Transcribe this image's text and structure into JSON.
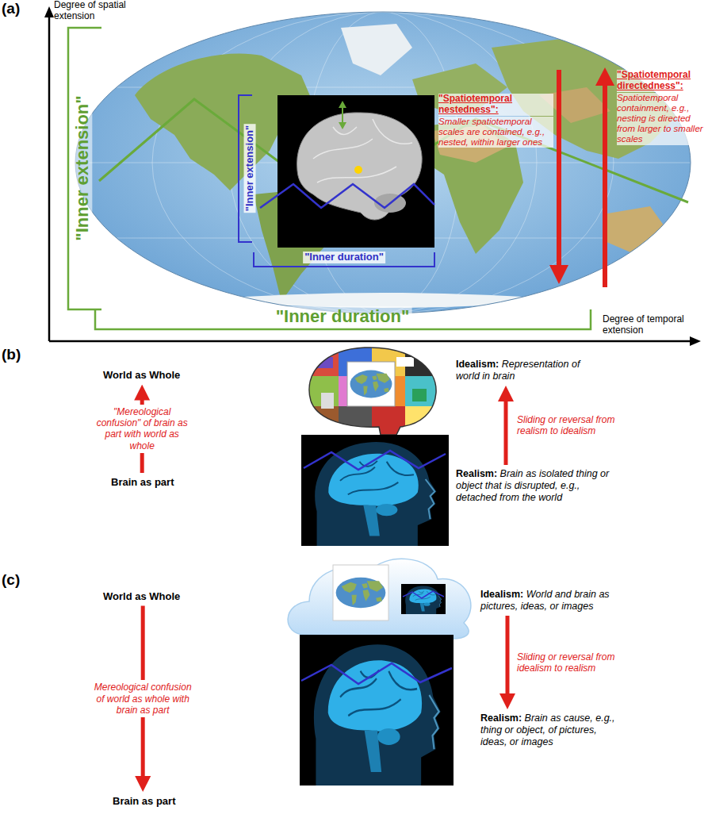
{
  "diagram": {
    "nodes": [
      {
        "text": [
          "World as Whole"
        ]
      },
      {
        "text": [
          "Brain as part"
        ]
      },
      {
        "text": [
          "Idealism:",
          "Representation of world in brain"
        ]
      },
      {
        "text": [
          "Realism:",
          "Brain as isolated thing or object that is disrupted, e.g., detached from the world"
        ]
      },
      {
        "text": [
          "World as Whole"
        ]
      },
      {
        "text": [
          "Brain as part"
        ]
      },
      {
        "text": [
          "Idealism:",
          "World and brain as pictures, ideas, or images"
        ]
      },
      {
        "text": [
          "Realism:",
          "Brain as cause, e.g., thing or object, of pictures, ideas, or images"
        ]
      }
    ],
    "edges": [
      {
        "from": 1,
        "to": 0,
        "arrow": "to",
        "label": "\"Mereological confusion\" of brain as part with world as whole"
      },
      {
        "from": 3,
        "to": 2,
        "arrow": "to",
        "label": "Sliding or reversal from realism to idealism"
      },
      {
        "from": 4,
        "to": 5,
        "arrow": "to",
        "label": "Mereological confusion of world as whole with brain as part"
      },
      {
        "from": 6,
        "to": 7,
        "arrow": "to",
        "label": "Sliding or reversal from idealism to realism"
      }
    ],
    "labels": [
      "(a)",
      "Degree of spatial extension",
      "Degree of temporal extension",
      "\"Inner extension\"",
      "\"Inner duration\"",
      "\"Inner extension\"",
      "\"Inner duration\"",
      "\"Spatiotemporal nestedness\":",
      "Smaller spatiotemporal scales are contained, e.g., nested, within larger ones",
      "\"Spatiotemporal directedness\":",
      "Spatiotemporal containment, e.g., nesting is directed from larger to smaller scales",
      "(b)",
      "(c)"
    ]
  }
}
